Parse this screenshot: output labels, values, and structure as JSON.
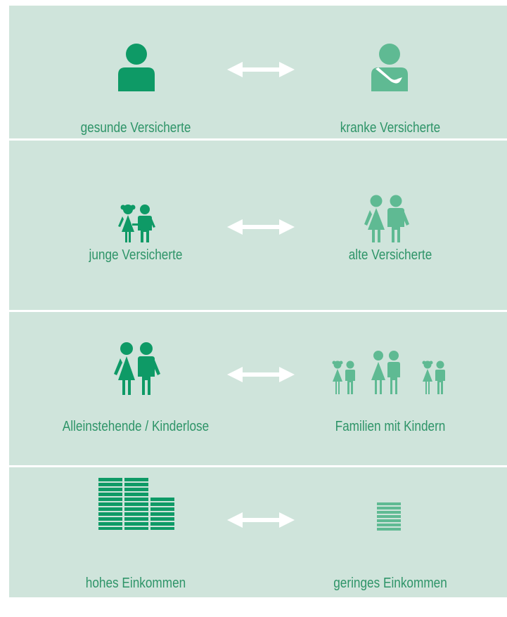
{
  "rows": [
    {
      "left_label": "gesunde Versicherte",
      "right_label": "kranke Versicherte"
    },
    {
      "left_label": "junge Versicherte",
      "right_label": "alte Versicherte"
    },
    {
      "left_label": "Alleinstehende / Kinderlose",
      "right_label": "Familien mit Kindern"
    },
    {
      "left_label": "hohes Einkommen",
      "right_label": "geringes Einkommen"
    }
  ],
  "colors": {
    "background": "#cfe4db",
    "dark_green": "#0e9a66",
    "light_green": "#5fba93",
    "arrow": "#ffffff"
  }
}
